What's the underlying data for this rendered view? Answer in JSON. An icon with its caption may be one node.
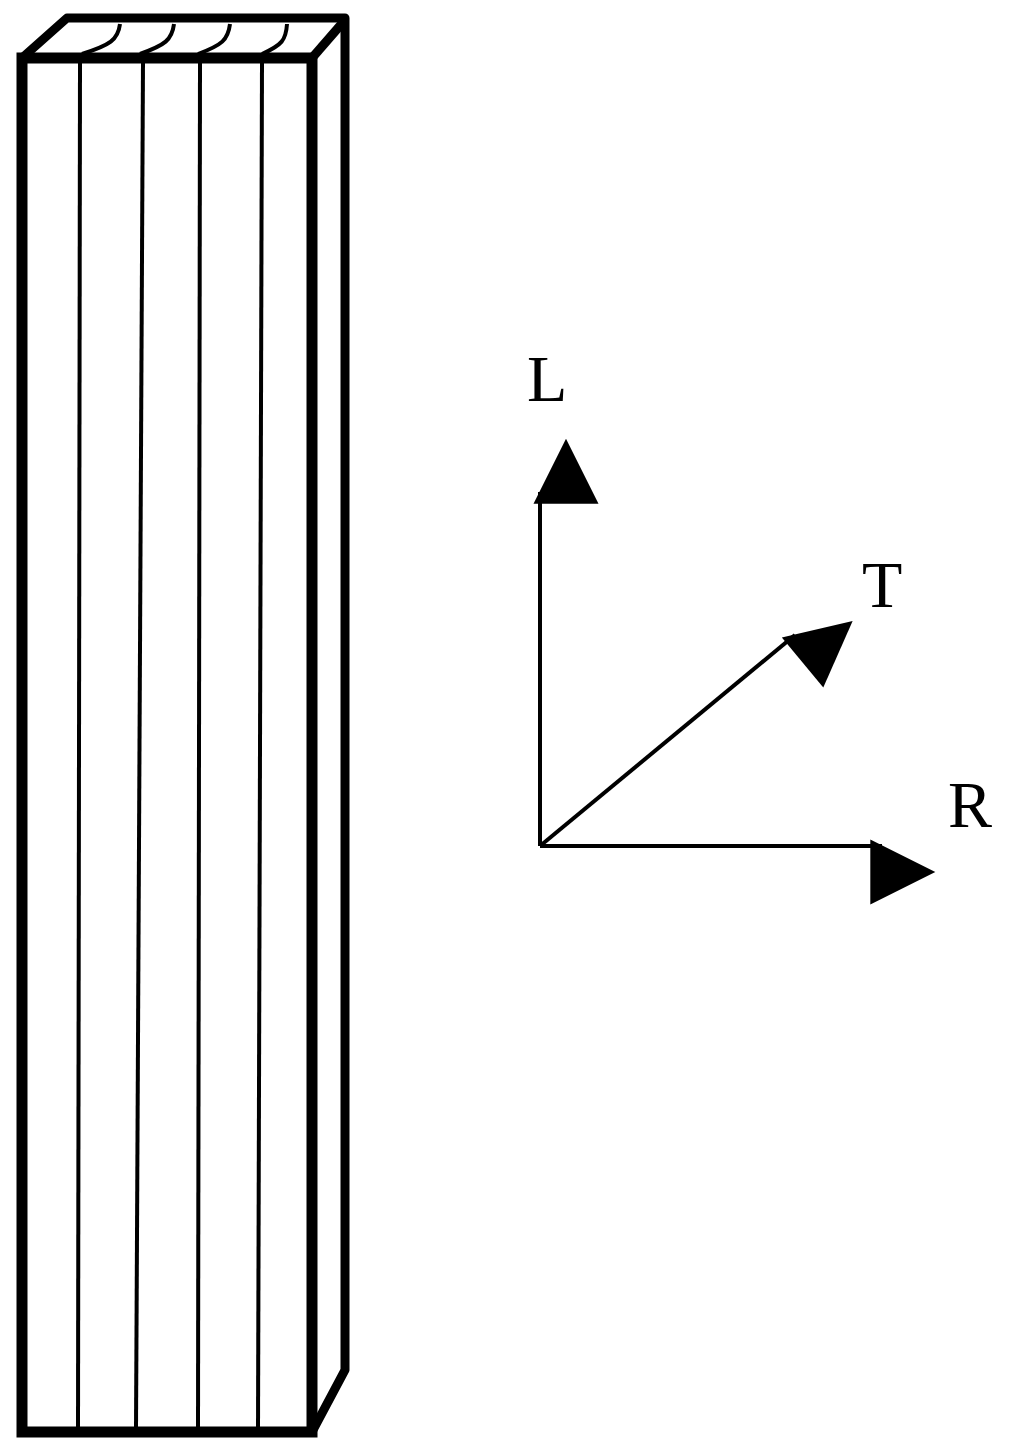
{
  "diagram": {
    "labels": [
      "L",
      "T",
      "R"
    ]
  }
}
